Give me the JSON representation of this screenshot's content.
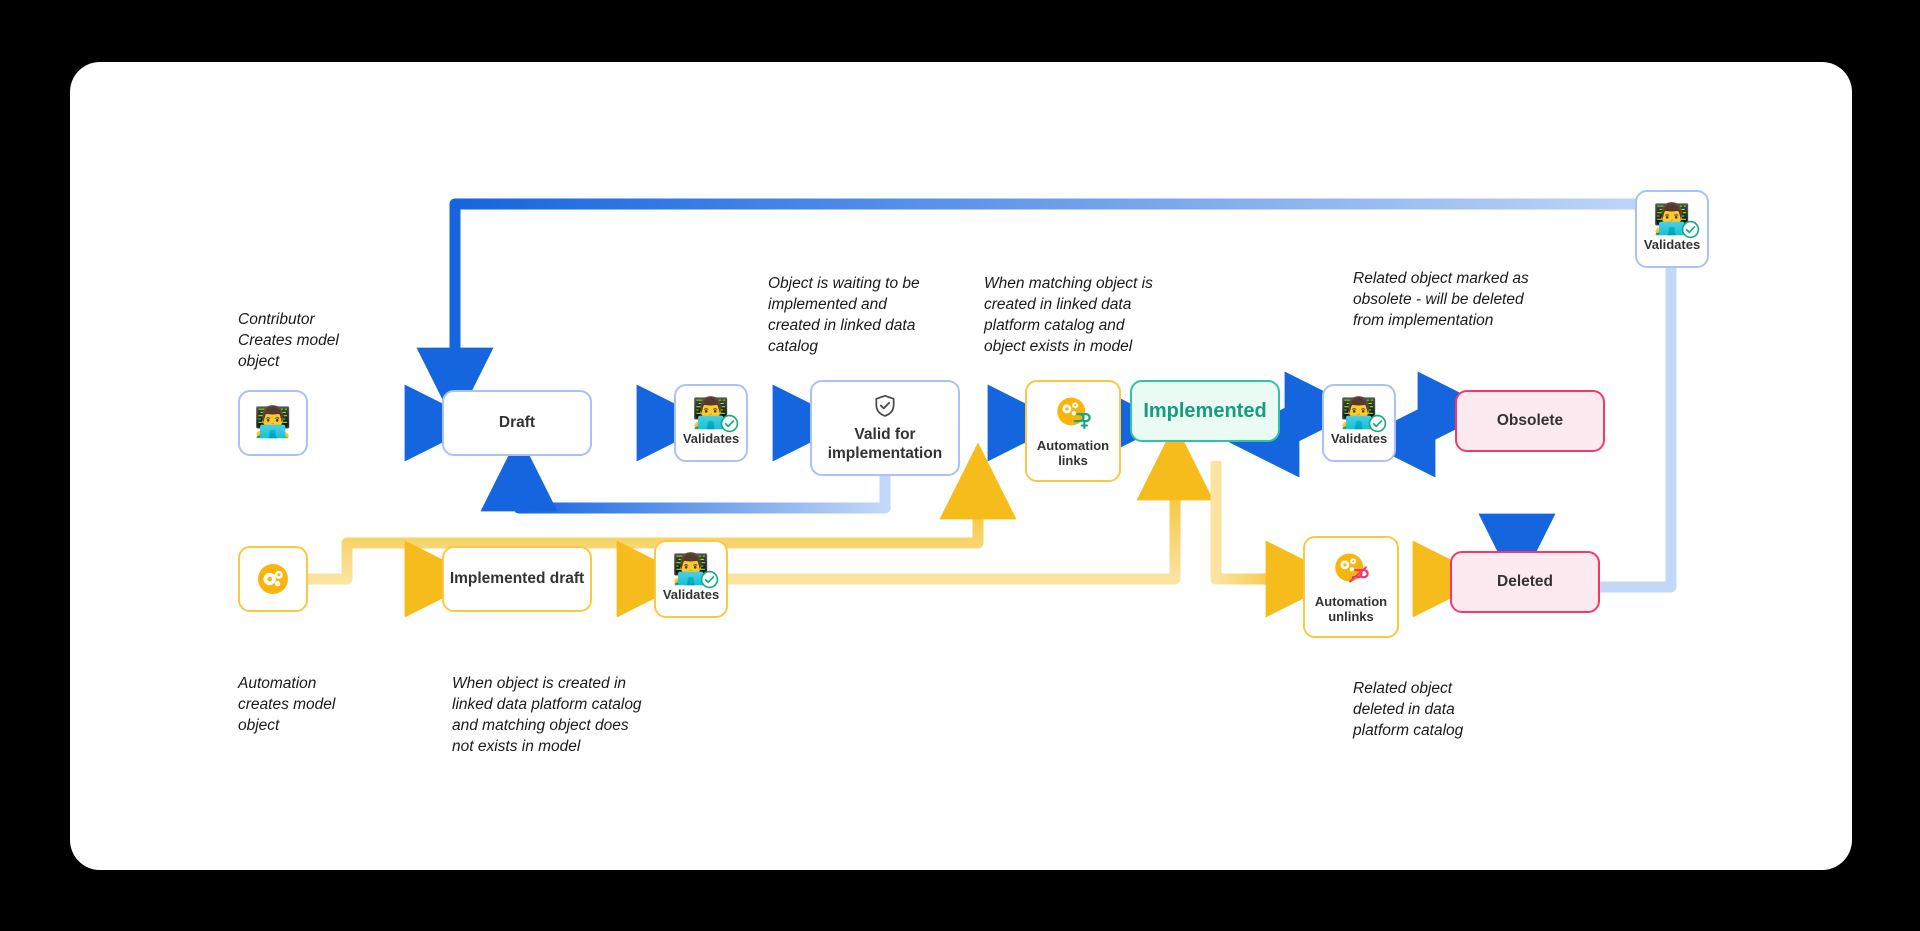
{
  "diagram": {
    "title": "Model object lifecycle state diagram",
    "colors": {
      "blue_arrow": "#1565df",
      "blue_arrow_light": "#c3d8f7",
      "amber_arrow": "#f5bc1b",
      "amber_arrow_light": "#fbe3a0",
      "node_blue_border": "#a8c2f5",
      "node_amber_border": "#f9c846",
      "node_green_border": "#2ec4a6",
      "node_green_fill": "#eafbf4",
      "node_green_text": "#179c7e",
      "node_pink_border": "#f4376d",
      "node_pink_fill": "#fdeaf1",
      "text": "#333333",
      "canvas": "#ffffff",
      "backdrop": "#000000"
    },
    "nodes": [
      {
        "id": "contributor",
        "label": "",
        "icon": "person-with-laptop-icon",
        "kind": "blue-actor"
      },
      {
        "id": "draft",
        "label": "Draft",
        "icon": "",
        "kind": "blue-state"
      },
      {
        "id": "validates-1",
        "label": "Validates",
        "icon": "person-validates-icon",
        "kind": "blue-actor"
      },
      {
        "id": "valid-for-impl",
        "label": "Valid for\nimplementation",
        "icon": "shield-check-icon",
        "kind": "blue-state"
      },
      {
        "id": "automation-links",
        "label": "Automation\nlinks",
        "icon": "automation-link-icon",
        "kind": "amber-actor"
      },
      {
        "id": "implemented",
        "label": "Implemented",
        "icon": "",
        "kind": "green-state"
      },
      {
        "id": "validates-2",
        "label": "Validates",
        "icon": "person-validates-icon",
        "kind": "blue-actor"
      },
      {
        "id": "obsolete",
        "label": "Obsolete",
        "icon": "",
        "kind": "pink-state"
      },
      {
        "id": "validates-3",
        "label": "Validates",
        "icon": "person-validates-icon",
        "kind": "blue-actor"
      },
      {
        "id": "automation",
        "label": "",
        "icon": "automation-gears-icon",
        "kind": "amber-actor"
      },
      {
        "id": "implemented-draft",
        "label": "Implemented draft",
        "icon": "",
        "kind": "amber-state"
      },
      {
        "id": "validates-4",
        "label": "Validates",
        "icon": "person-validates-icon",
        "kind": "amber-actor"
      },
      {
        "id": "automation-unlinks",
        "label": "Automation\nunlinks",
        "icon": "automation-unlink-icon",
        "kind": "amber-actor"
      },
      {
        "id": "deleted",
        "label": "Deleted",
        "icon": "",
        "kind": "pink-state"
      }
    ],
    "notes": [
      {
        "id": "note-contributor",
        "text": "Contributor\nCreates model\nobject"
      },
      {
        "id": "note-valid-for-impl",
        "text": "Object is waiting to be\nimplemented and\ncreated in linked data\ncatalog"
      },
      {
        "id": "note-automation-links",
        "text": "When matching object is\ncreated in linked data\nplatform catalog  and\nobject exists in model"
      },
      {
        "id": "note-obsolete",
        "text": "Related object marked as\nobsolete - will be deleted\nfrom implementation"
      },
      {
        "id": "note-automation",
        "text": "Automation\ncreates model\nobject"
      },
      {
        "id": "note-implemented-draft",
        "text": "When object is created in\nlinked data platform catalog\n and matching object does\nnot exists in model"
      },
      {
        "id": "note-automation-unlinks",
        "text": "Related object\ndeleted in data\nplatform catalog"
      }
    ],
    "edges": [
      {
        "from": "contributor",
        "to": "draft",
        "color": "blue"
      },
      {
        "from": "draft",
        "to": "validates-1",
        "color": "blue"
      },
      {
        "from": "validates-1",
        "to": "valid-for-impl",
        "color": "blue"
      },
      {
        "from": "valid-for-impl",
        "to": "automation-links",
        "color": "blue"
      },
      {
        "from": "valid-for-impl",
        "to": "draft",
        "color": "blue"
      },
      {
        "from": "automation-links",
        "to": "implemented",
        "color": "blue"
      },
      {
        "from": "implemented",
        "to": "validates-2",
        "color": "blue"
      },
      {
        "from": "validates-2",
        "to": "obsolete",
        "color": "blue"
      },
      {
        "from": "obsolete",
        "to": "validates-2",
        "color": "blue"
      },
      {
        "from": "validates-2",
        "to": "implemented",
        "color": "blue"
      },
      {
        "from": "obsolete",
        "to": "deleted",
        "color": "blue"
      },
      {
        "from": "deleted",
        "to": "validates-3",
        "color": "blue"
      },
      {
        "from": "validates-3",
        "to": "draft",
        "color": "blue"
      },
      {
        "from": "automation",
        "to": "implemented-draft",
        "color": "amber"
      },
      {
        "from": "implemented-draft",
        "to": "validates-4",
        "color": "amber"
      },
      {
        "from": "validates-4",
        "to": "implemented",
        "color": "amber"
      },
      {
        "from": "automation",
        "to": "automation-links",
        "color": "amber"
      },
      {
        "from": "implemented",
        "to": "automation-unlinks",
        "color": "amber"
      },
      {
        "from": "automation-unlinks",
        "to": "deleted",
        "color": "amber"
      }
    ]
  }
}
